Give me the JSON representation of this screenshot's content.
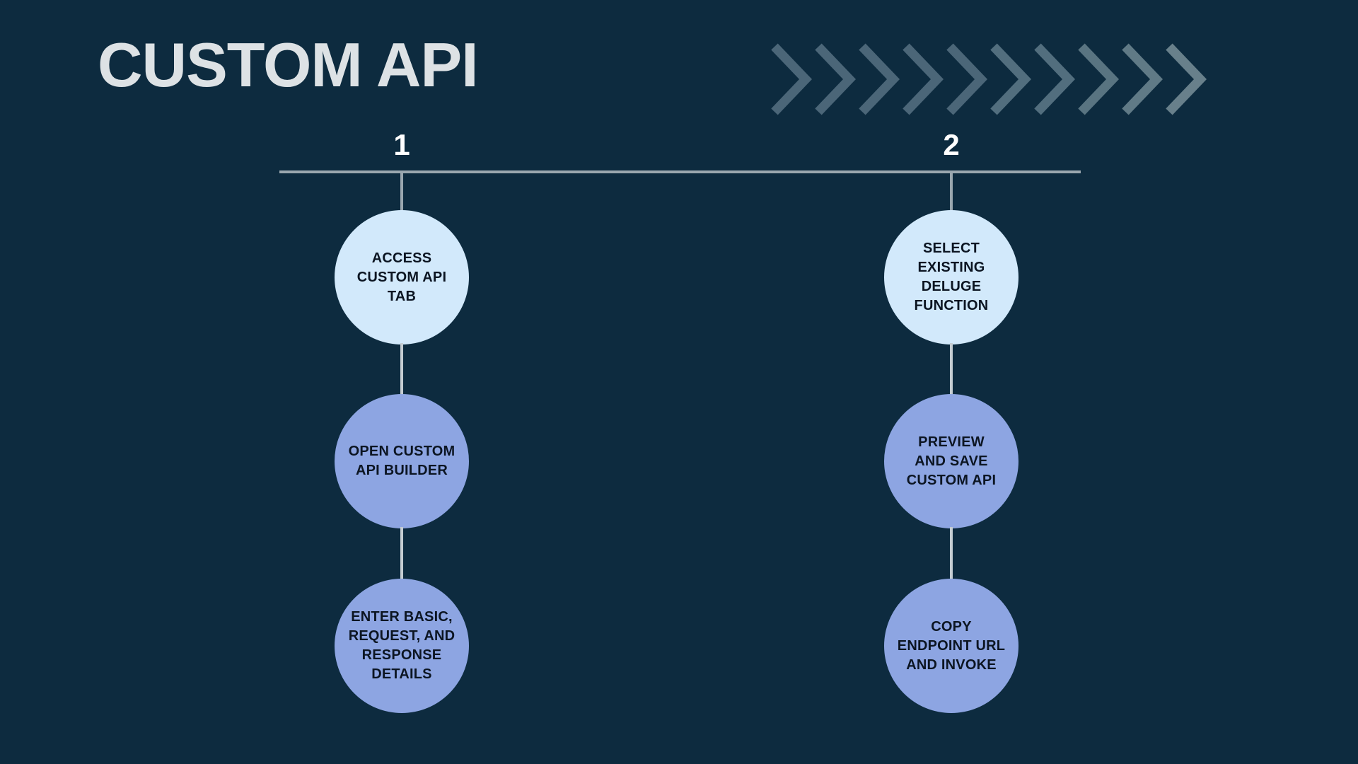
{
  "header": {
    "title": "CUSTOM API"
  },
  "decoration": {
    "icon": "chevron-right",
    "chevron_count": 10
  },
  "theme": {
    "background": "#0d2b3f",
    "title_color": "#dde2e5",
    "timeline_color": "#9aa7af",
    "connector_color": "#c5cdd2",
    "number_color": "#ffffff",
    "circle_text_color": "#0c1522",
    "light_circle_fill": "#d2e9fb",
    "accent_circle_fill": "#8da5e2",
    "chevron_color": "#4b6678"
  },
  "columns": [
    {
      "number": "1",
      "steps": [
        {
          "label": "ACCESS\nCUSTOM API\nTAB",
          "variant": "light"
        },
        {
          "label": "OPEN CUSTOM\nAPI BUILDER",
          "variant": "accent"
        },
        {
          "label": "ENTER BASIC,\nREQUEST, AND\nRESPONSE\nDETAILS",
          "variant": "accent"
        }
      ]
    },
    {
      "number": "2",
      "steps": [
        {
          "label": "SELECT\nEXISTING\nDELUGE\nFUNCTION",
          "variant": "light"
        },
        {
          "label": "PREVIEW\nAND SAVE\nCUSTOM API",
          "variant": "accent"
        },
        {
          "label": "COPY\nENDPOINT URL\nAND INVOKE",
          "variant": "accent"
        }
      ]
    }
  ]
}
